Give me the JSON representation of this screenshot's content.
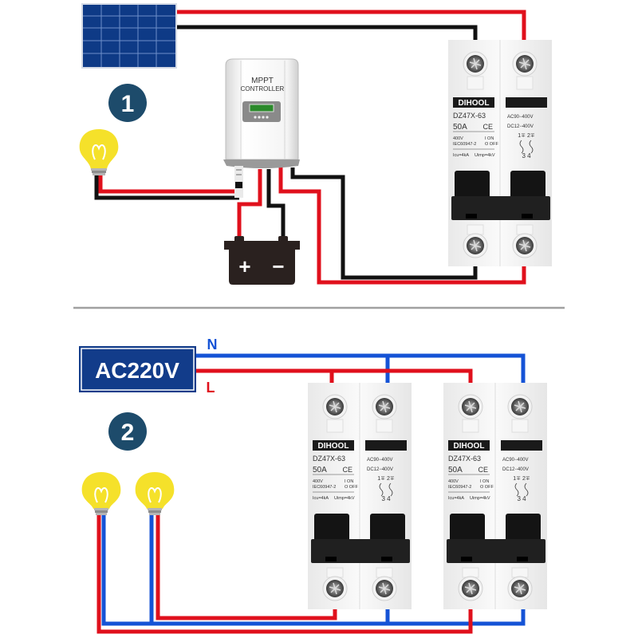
{
  "title": "DIHOOL DZ47X-63 DC/AC circuit breaker wiring diagram",
  "colors": {
    "wire_positive": "#e0101c",
    "wire_negative": "#111111",
    "wire_neutral": "#1553d6",
    "step_badge": "#1d4b6b",
    "ac_box": "#123c8a",
    "bulb": "#f5e12a",
    "solar": "#0e3a86",
    "divider": "#a0a0a0"
  },
  "diagram1": {
    "step_number": "1",
    "solar_panel_icon": "solar-panel-icon",
    "controller": {
      "line1": "MPPT",
      "line2": "CONTROLLER"
    },
    "battery": {
      "plus": "+",
      "minus": "−"
    },
    "breaker": {
      "brand": "DIHOOL",
      "model": "DZ47X-63",
      "rating": "50A",
      "ce": "CE",
      "spec_voltage": "400V",
      "spec_standard": "IEC60947-2",
      "on_label": "I ON",
      "off_label": "O OFF",
      "icu": "Icu=4kA",
      "uimp": "Uimp=4kV",
      "ac_range": "AC90−400V",
      "dc_range": "DC12−400V",
      "terminal_top": "1∓ 2∓",
      "terminal_bottom": "3 4"
    }
  },
  "diagram2": {
    "step_number": "2",
    "source_label": "AC220V",
    "neutral_label": "N",
    "live_label": "L",
    "breakers": [
      {
        "brand": "DIHOOL",
        "model": "DZ47X-63",
        "rating": "50A",
        "ce": "CE",
        "spec_voltage": "400V",
        "spec_standard": "IEC60947-2",
        "on_label": "I ON",
        "off_label": "O OFF",
        "icu": "Icu=4kA",
        "uimp": "Uimp=4kV",
        "ac_range": "AC90−400V",
        "dc_range": "DC12−400V",
        "terminal_top": "1∓ 2∓",
        "terminal_bottom": "3 4"
      },
      {
        "brand": "DIHOOL",
        "model": "DZ47X-63",
        "rating": "50A",
        "ce": "CE",
        "spec_voltage": "400V",
        "spec_standard": "IEC60947-2",
        "on_label": "I ON",
        "off_label": "O OFF",
        "icu": "Icu=4kA",
        "uimp": "Uimp=4kV",
        "ac_range": "AC90−400V",
        "dc_range": "DC12−400V",
        "terminal_top": "1∓ 2∓",
        "terminal_bottom": "3 4"
      }
    ]
  }
}
